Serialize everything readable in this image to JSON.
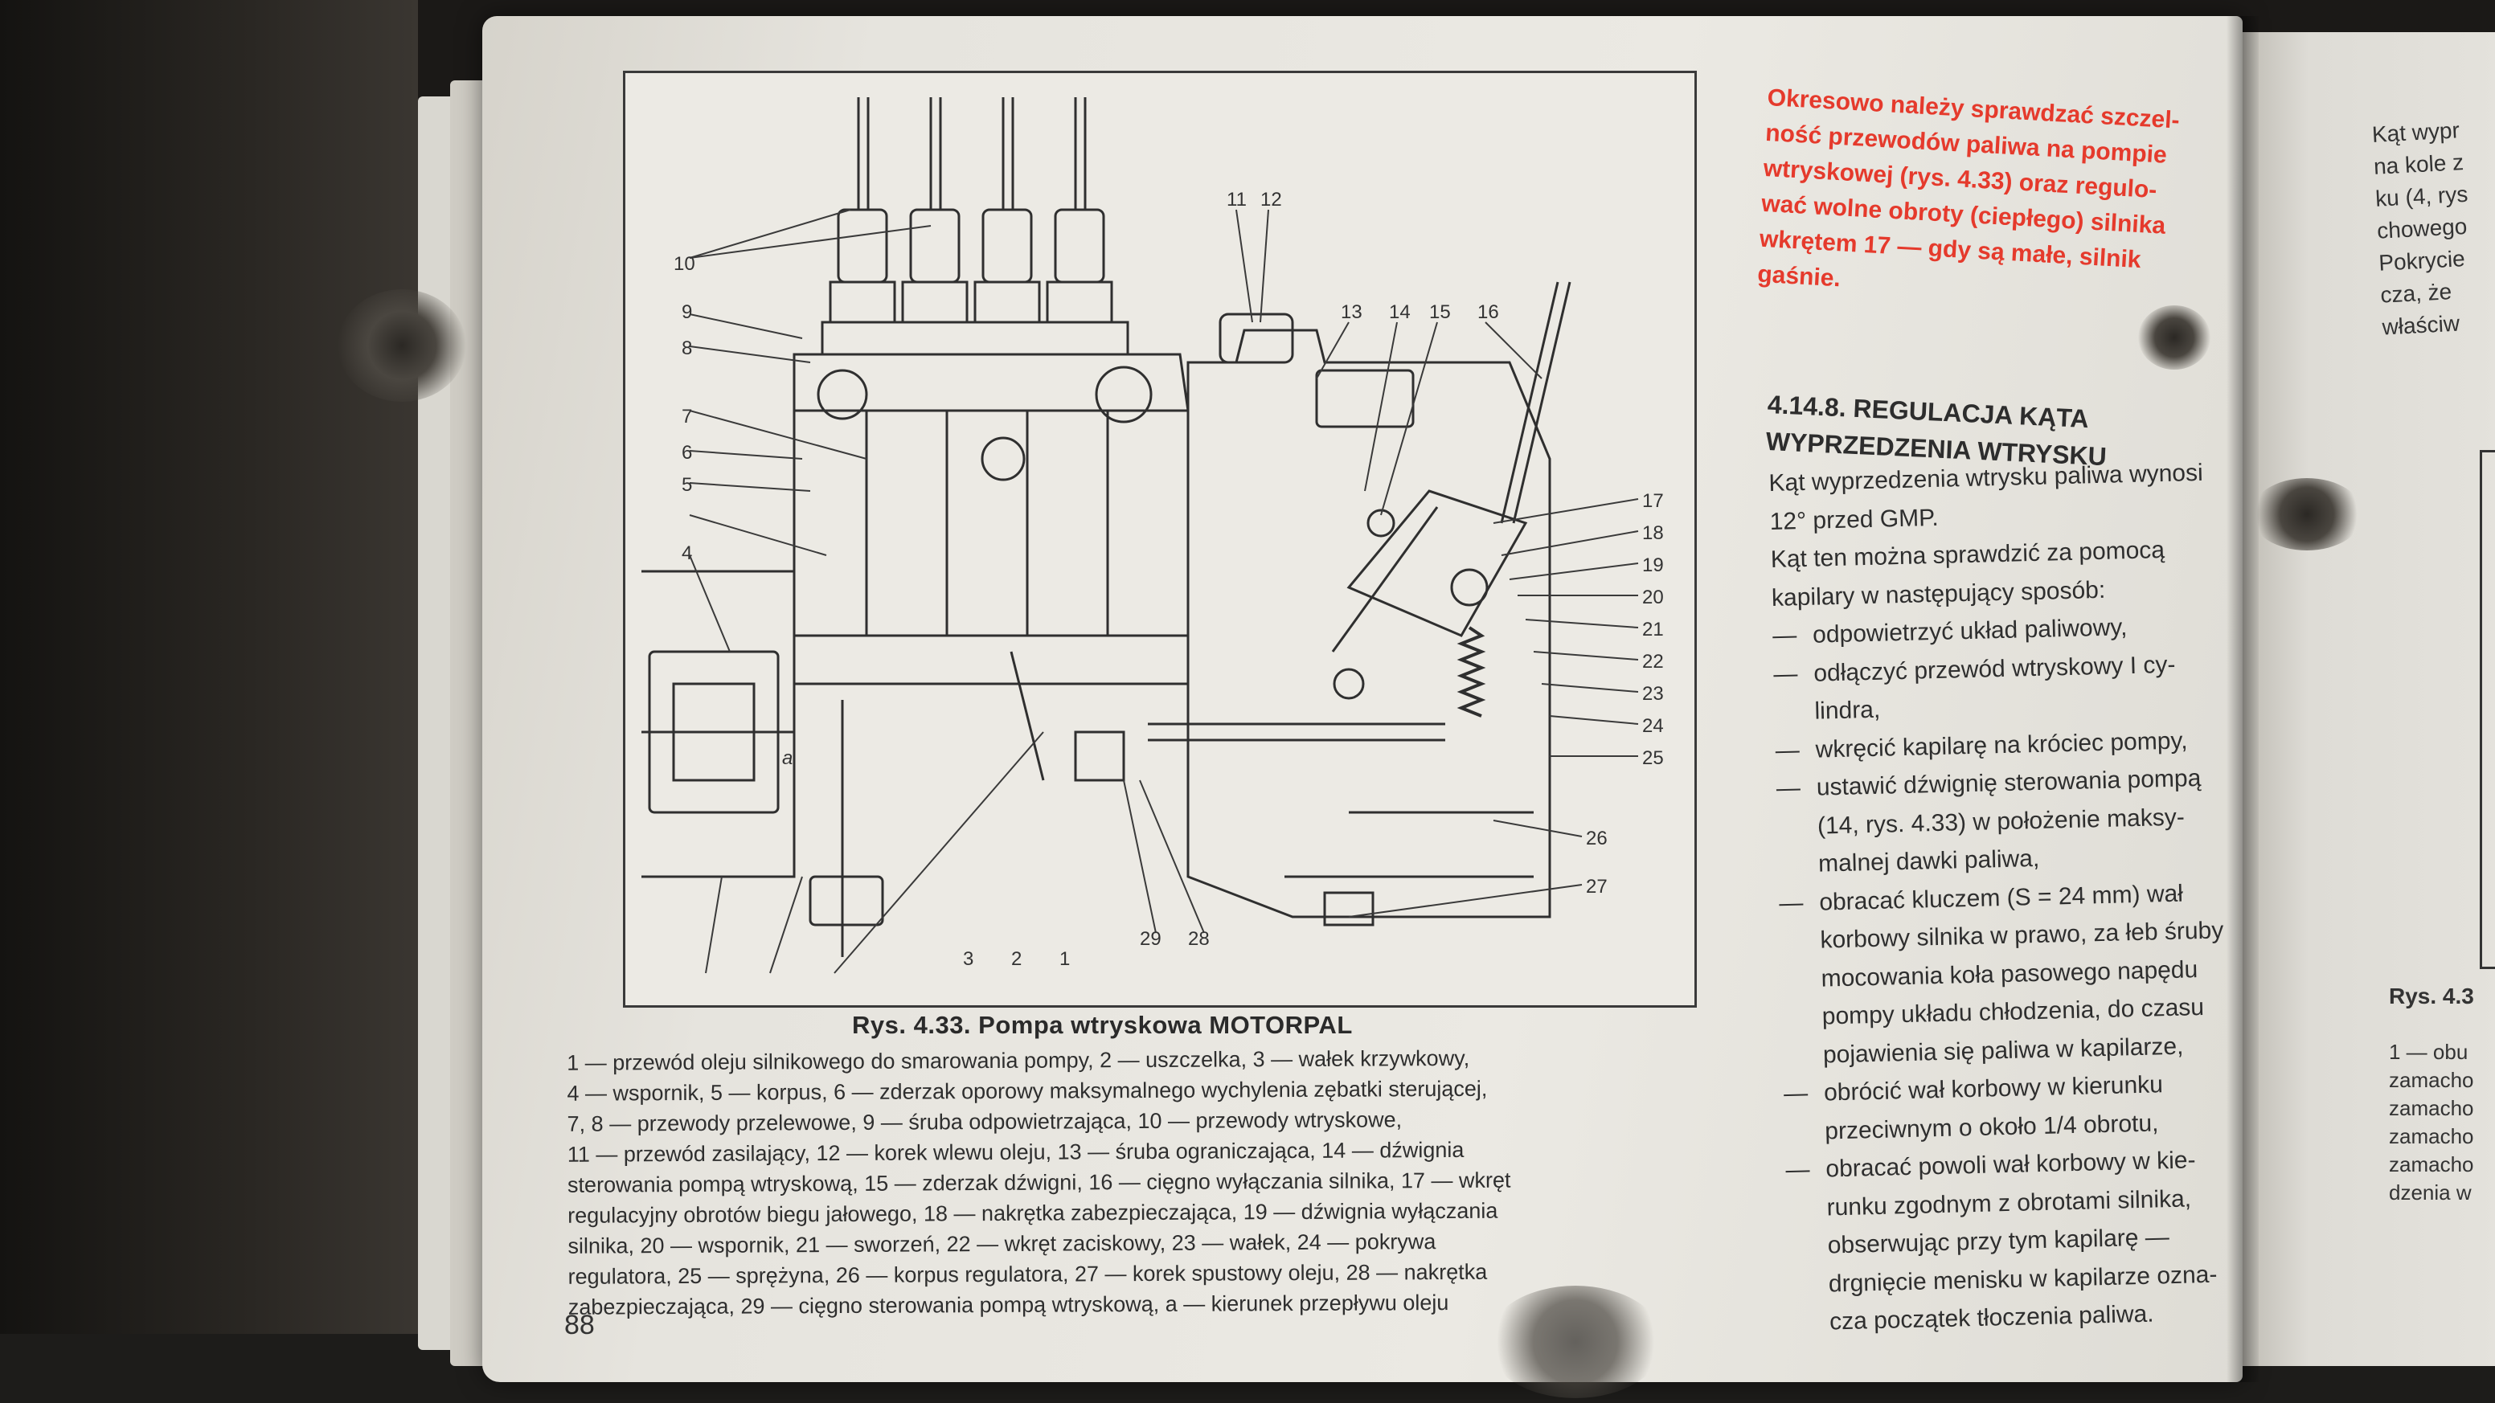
{
  "figure": {
    "numbers": [
      "1",
      "2",
      "3",
      "4",
      "5",
      "6",
      "7",
      "8",
      "9",
      "10",
      "11",
      "12",
      "13",
      "14",
      "15",
      "16",
      "17",
      "18",
      "19",
      "20",
      "21",
      "22",
      "23",
      "24",
      "25",
      "26",
      "27",
      "28",
      "29"
    ],
    "letter_a": "a",
    "title": "Rys. 4.33. Pompa wtryskowa MOTORPAL",
    "legend_lines": [
      "1 — przewód oleju silnikowego do smarowania pompy, 2 — uszczelka, 3 — wałek krzywkowy,",
      "4 — wspornik, 5 — korpus, 6 — zderzak oporowy maksymalnego wychylenia zębatki sterującej,",
      "7, 8 — przewody przelewowe, 9 — śruba odpowietrzająca, 10 — przewody wtryskowe,",
      "11 — przewód zasilający, 12 — korek wlewu oleju, 13 — śruba ograniczająca, 14 — dźwignia",
      "sterowania pompą wtryskową, 15 — zderzak dźwigni, 16 — cięgno wyłączania silnika, 17 — wkręt",
      "regulacyjny obrotów biegu jałowego, 18 — nakrętka zabezpieczająca, 19 — dźwignia wyłączania",
      "silnika, 20 — wspornik, 21 — sworzeń, 22 — wkręt zaciskowy, 23 — wałek, 24 — pokrywa",
      "regulatora, 25 — sprężyna, 26 — korpus regulatora, 27 — korek spustowy oleju, 28 — nakrętka",
      "zabezpieczająca, 29 — cięgno sterowania pompą wtryskową, a — kierunek przepływu oleju"
    ]
  },
  "page_number": "88",
  "warning_lines": [
    "Okresowo należy sprawdzać szczel-",
    "ność przewodów paliwa na pompie",
    "wtryskowej (rys. 4.33) oraz regulo-",
    "wać wolne obroty (ciepłego) silnika",
    "wkrętem 17 — gdy są małe, silnik",
    "gaśnie."
  ],
  "section": {
    "title_lines": [
      "4.14.8. REGULACJA KĄTA",
      "WYPRZEDZENIA WTRYSKU"
    ],
    "body_rows": [
      {
        "dash": "",
        "text": "Kąt wyprzedzenia wtrysku paliwa wynosi",
        "indent": false
      },
      {
        "dash": "",
        "text": "12° przed GMP.",
        "indent": false
      },
      {
        "dash": "",
        "text": "Kąt ten można sprawdzić za pomocą",
        "indent": false
      },
      {
        "dash": "",
        "text": "kapilary w następujący sposób:",
        "indent": false
      },
      {
        "dash": "—",
        "text": "odpowietrzyć układ paliwowy,",
        "indent": false
      },
      {
        "dash": "—",
        "text": "odłączyć przewód wtryskowy I cy-",
        "indent": false
      },
      {
        "dash": "",
        "text": "lindra,",
        "indent": true
      },
      {
        "dash": "—",
        "text": "wkręcić kapilarę na króciec pompy,",
        "indent": false
      },
      {
        "dash": "—",
        "text": "ustawić dźwignię sterowania pompą",
        "indent": false
      },
      {
        "dash": "",
        "text": "(14, rys. 4.33) w położenie maksy-",
        "indent": true
      },
      {
        "dash": "",
        "text": "malnej dawki paliwa,",
        "indent": true
      },
      {
        "dash": "—",
        "text": "obracać kluczem (S = 24 mm) wał",
        "indent": false
      },
      {
        "dash": "",
        "text": "korbowy silnika w prawo, za łeb śruby",
        "indent": true
      },
      {
        "dash": "",
        "text": "mocowania koła pasowego napędu",
        "indent": true
      },
      {
        "dash": "",
        "text": "pompy układu chłodzenia, do czasu",
        "indent": true
      },
      {
        "dash": "",
        "text": "pojawienia się paliwa w kapilarze,",
        "indent": true
      },
      {
        "dash": "—",
        "text": "obrócić wał korbowy w kierunku",
        "indent": false
      },
      {
        "dash": "",
        "text": "przeciwnym o około 1/4 obrotu,",
        "indent": true
      },
      {
        "dash": "—",
        "text": "obracać powoli wał korbowy w kie-",
        "indent": false
      },
      {
        "dash": "",
        "text": "runku zgodnym z obrotami silnika,",
        "indent": true
      },
      {
        "dash": "",
        "text": "obserwując przy tym kapilarę —",
        "indent": true
      },
      {
        "dash": "",
        "text": "drgnięcie menisku w kapilarze ozna-",
        "indent": true
      },
      {
        "dash": "",
        "text": "cza początek tłoczenia paliwa.",
        "indent": true
      }
    ]
  },
  "right_page": {
    "top_lines": [
      "Kąt wypr",
      "na kole z",
      "ku (4, rys",
      "chowego",
      "Pokrycie",
      "cza, że",
      "właściw"
    ],
    "caption": "Rys. 4.3",
    "list_lines": [
      "1 — obu",
      "zamacho",
      "zamacho",
      "zamacho",
      "zamacho",
      "dzenia w"
    ]
  }
}
